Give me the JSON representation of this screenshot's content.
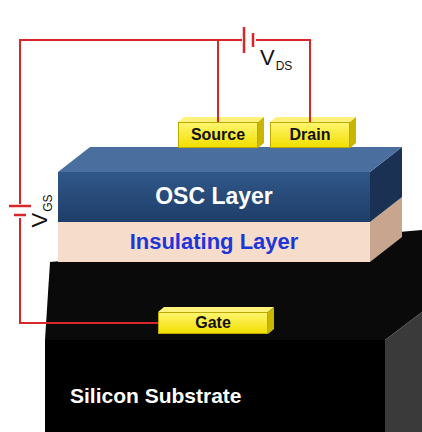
{
  "diagram": {
    "nodes": [
      {
        "text": [
          "Source"
        ]
      },
      {
        "text": [
          "Drain"
        ]
      },
      {
        "text": [
          "OSC Layer"
        ]
      },
      {
        "text": [
          "Insulating Layer"
        ]
      },
      {
        "text": [
          "Gate"
        ]
      },
      {
        "text": [
          "Silicon Substrate"
        ]
      }
    ],
    "edges": [
      {
        "from": 0,
        "to": 1,
        "arrow": "none"
      },
      {
        "from": 0,
        "to": 4,
        "arrow": "none"
      }
    ],
    "labels": [
      "V",
      "DS",
      "V",
      "GS"
    ]
  }
}
